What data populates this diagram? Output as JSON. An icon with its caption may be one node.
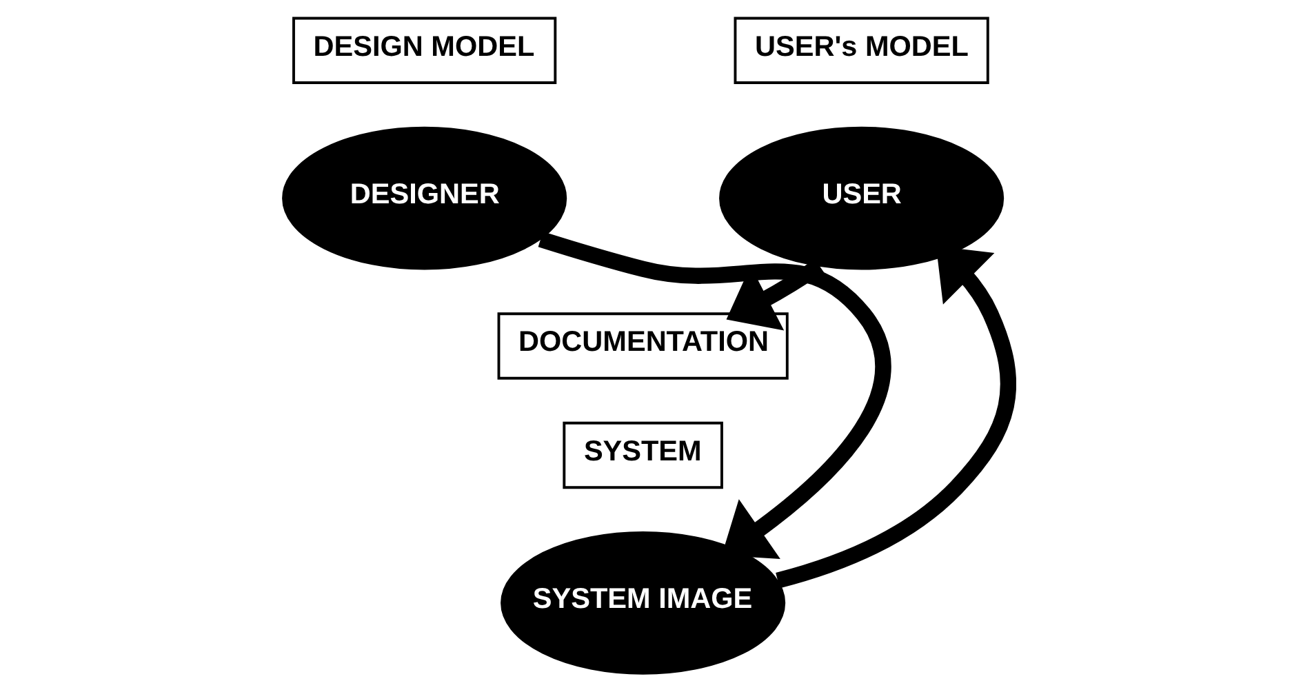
{
  "diagram": {
    "nodes": [
      {
        "text": [
          "DESIGN MODEL"
        ]
      },
      {
        "text": [
          "DESIGNER"
        ]
      },
      {
        "text": [
          "USER's MODEL"
        ]
      },
      {
        "text": [
          "USER"
        ]
      },
      {
        "text": [
          "DOCUMENTATION"
        ]
      },
      {
        "text": [
          "SYSTEM"
        ]
      },
      {
        "text": [
          "SYSTEM IMAGE"
        ]
      }
    ],
    "edges": [
      {
        "from": 1,
        "to": 6,
        "arrow": "to"
      },
      {
        "from": 6,
        "to": 3,
        "arrow": "to"
      },
      {
        "from": 3,
        "to": 4,
        "arrow": "to"
      }
    ]
  }
}
